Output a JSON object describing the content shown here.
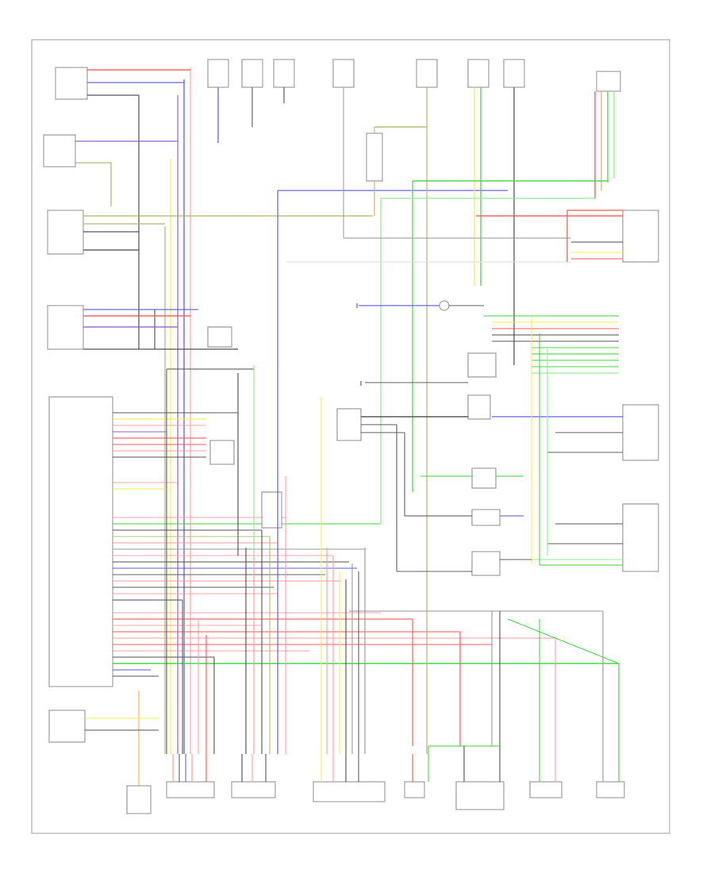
{
  "page_label": "",
  "palette": {
    "red": "#ff4d4d",
    "pink": "#ff9d9d",
    "blue": "#5a5af0",
    "violet": "#9a5ad0",
    "green": "#39d839",
    "lightgreen": "#8fe88f",
    "yellow": "#f0f040",
    "olive": "#b8b868",
    "orange": "#ffb060",
    "gray": "#999999",
    "black": "#555555"
  },
  "components": {
    "top_connectors": [
      "connector-1",
      "connector-2",
      "connector-3",
      "connector-4",
      "connector-5",
      "connector-6",
      "connector-7",
      "connector-8"
    ],
    "bottom_components": [
      "component-1",
      "component-2",
      "component-3",
      "component-4",
      "component-5",
      "component-6",
      "component-7",
      "component-8"
    ]
  }
}
